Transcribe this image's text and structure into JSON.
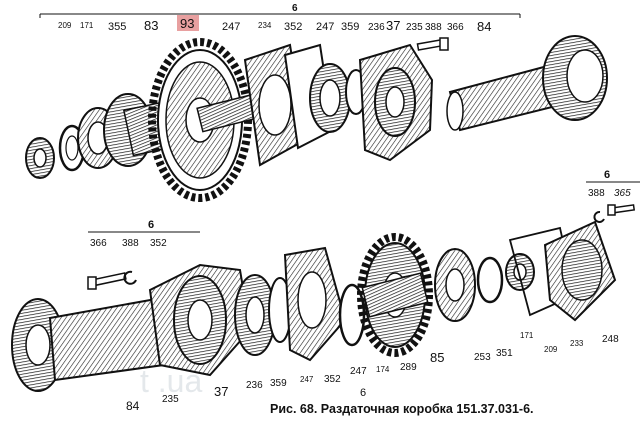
{
  "caption": "Рис. 68. Раздаточная коробка 151.37.031-6.",
  "watermark": "t          .ua",
  "highlight_color": "#e8a0a0",
  "top_group": {
    "bracket_label": "6",
    "labels": [
      "209",
      "171",
      "355",
      "83",
      "93",
      "247",
      "234",
      "352",
      "247",
      "359",
      "236",
      "37",
      "235",
      "388",
      "366",
      "84"
    ]
  },
  "right_group": {
    "bracket_label": "6",
    "labels": [
      "388",
      "365"
    ]
  },
  "left_group": {
    "bracket_label": "6",
    "labels": [
      "366",
      "388",
      "352"
    ]
  },
  "bottom_labels": [
    "84",
    "235",
    "37",
    "236",
    "359",
    "247",
    "352",
    "6",
    "247",
    "174",
    "289",
    "85",
    "253",
    "351",
    "171",
    "209",
    "233",
    "248"
  ]
}
